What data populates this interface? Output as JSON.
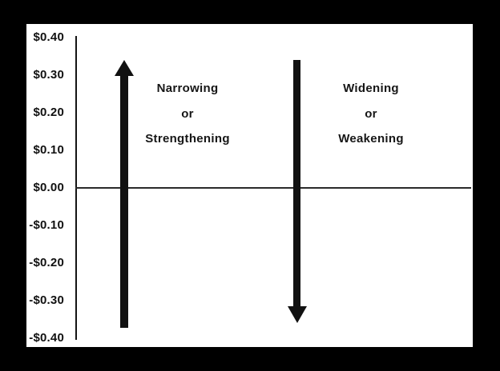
{
  "figure": {
    "background_color": "#000000",
    "panel_color": "#ffffff",
    "ink_color": "#111111"
  },
  "yaxis": {
    "tick_labels": [
      "$0.40",
      "$0.30",
      "$0.20",
      "$0.10",
      "$0.00",
      "-$0.10",
      "-$0.20",
      "-$0.30",
      "-$0.40"
    ]
  },
  "annotations": {
    "left": {
      "arrow_direction": "up",
      "lines": [
        "Narrowing",
        "or",
        "Strengthening"
      ]
    },
    "right": {
      "arrow_direction": "down",
      "lines": [
        "Widening",
        "or",
        "Weakening"
      ]
    }
  },
  "chart_data": {
    "type": "diagram",
    "title": "",
    "ylabel": "",
    "ylim": [
      -0.4,
      0.4
    ],
    "ytick_step": 0.1,
    "yticks": [
      0.4,
      0.3,
      0.2,
      0.1,
      0.0,
      -0.1,
      -0.2,
      -0.3,
      -0.4
    ],
    "zero_line": true,
    "annotations": [
      {
        "arrow": "up",
        "spans_y": [
          -0.38,
          0.34
        ],
        "label": "Narrowing or Strengthening"
      },
      {
        "arrow": "down",
        "spans_y": [
          0.34,
          -0.36
        ],
        "label": "Widening or Weakening"
      }
    ]
  }
}
